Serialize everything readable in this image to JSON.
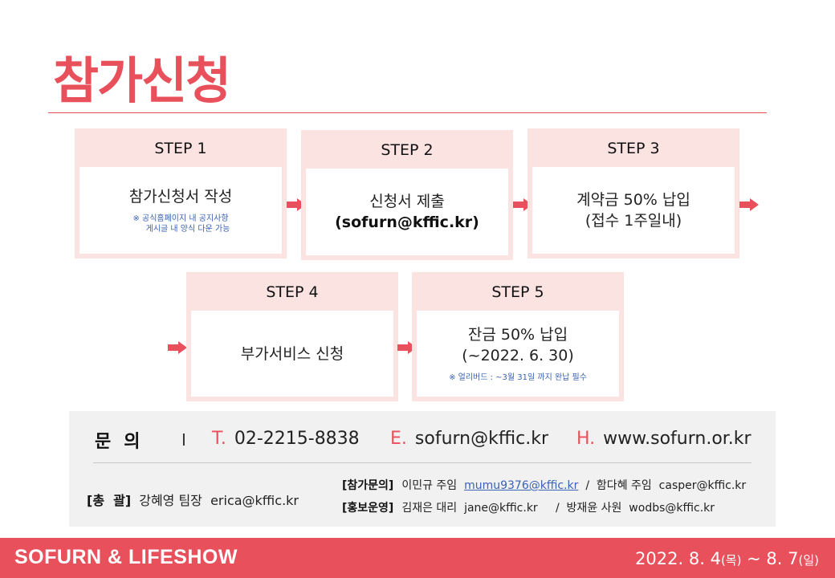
{
  "title": "참가신청",
  "steps": [
    {
      "label": "STEP 1",
      "main": "참가신청서 작성",
      "note_line1": "※ 공식홈페이지 내 공지사항",
      "note_line2": "게시글 내 양식 다운 가능"
    },
    {
      "label": "STEP 2",
      "main_line1": "신청서 제출",
      "main_line2": "(sofurn@kffic.kr)"
    },
    {
      "label": "STEP 3",
      "main_line1": "계약금 50% 납입",
      "main_line2": "(접수 1주일내)"
    },
    {
      "label": "STEP 4",
      "main": "부가서비스 신청"
    },
    {
      "label": "STEP 5",
      "main_line1": "잔금 50% 납입",
      "main_line2": "(~2022. 6. 30)",
      "note": "※ 얼리버드 : ~3월 31일 까지 완납 필수"
    }
  ],
  "contact": {
    "inquiry_label": "문의",
    "separator": "I",
    "tel_key": "T.",
    "tel": "02-2215-8838",
    "email_key": "E.",
    "email": "sofurn@kffic.kr",
    "home_key": "H.",
    "home": "www.sofurn.or.kr",
    "general_label": "[총  괄]",
    "general_text": "강혜영 팀장  erica@kffic.kr",
    "participation_label": "[참가문의]",
    "participation_person1": "이민규 주임",
    "participation_email1": "mumu9376@kffic.kr",
    "participation_rest": "/  함다혜 주임  casper@kffic.kr",
    "pr_label": "[홍보운영]",
    "pr_text": "김재은 대리  jane@kffic.kr     /  방재윤 사원  wodbs@kffic.kr"
  },
  "footer": {
    "brand": "SOFURN & LIFESHOW",
    "date_main1": "2022. 8. 4",
    "date_day1": "(목)",
    "date_mid": " ~ 8. 7",
    "date_day2": "(일)"
  },
  "colors": {
    "accent": "#e8505b",
    "step_bg": "#fbe3e2",
    "note": "#3a62b5",
    "contact_bg": "#f1f1f1"
  },
  "icons": [
    "arrow-right-icon"
  ]
}
